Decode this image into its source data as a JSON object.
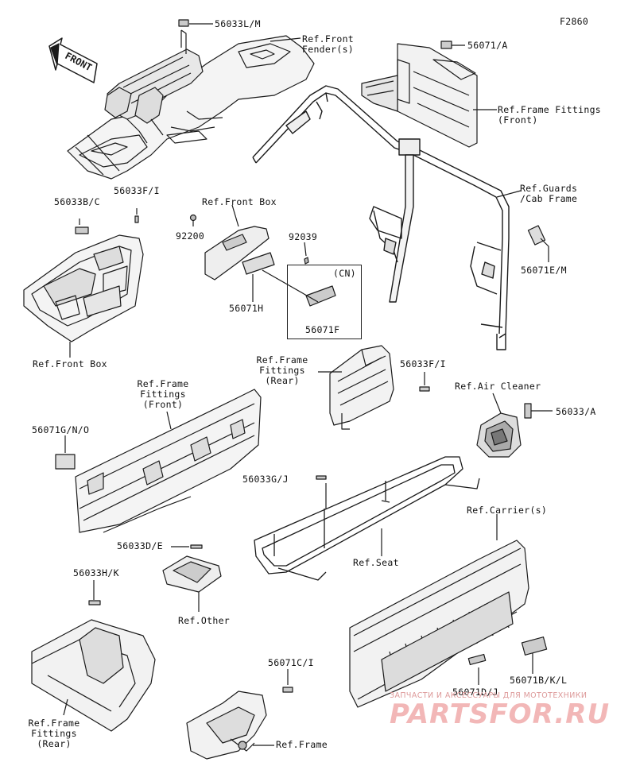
{
  "diagram_code": "F2860",
  "front_arrow": "FRONT",
  "labels": {
    "p56033LM": "56033L/M",
    "ref_front_fender": "Ref.Front\nFender(s)",
    "p56071A": "56071/A",
    "ref_frame_fittings_front_top": "Ref.Frame Fittings\n(Front)",
    "ref_guards_cab": "Ref.Guards\n/Cab Frame",
    "p56071EM": "56071E/M",
    "p56033BC": "56033B/C",
    "p56033FI_left": "56033F/I",
    "ref_front_box_top": "Ref.Front Box",
    "p92200": "92200",
    "p92039": "92039",
    "cn": "(CN)",
    "p56071H": "56071H",
    "p56071F": "56071F",
    "ref_front_box_bottom": "Ref.Front Box",
    "ref_frame_fittings_rear_mid": "Ref.Frame\nFittings\n(Rear)",
    "p56033FI_right": "56033F/I",
    "ref_air_cleaner": "Ref.Air Cleaner",
    "p56033A": "56033/A",
    "ref_frame_fittings_front_mid": "Ref.Frame\nFittings\n(Front)",
    "p56071GNO": "56071G/N/O",
    "p56033GJ": "56033G/J",
    "ref_carriers": "Ref.Carrier(s)",
    "p56033DE": "56033D/E",
    "ref_seat": "Ref.Seat",
    "ref_other": "Ref.Other",
    "p56033HK": "56033H/K",
    "p56071CI": "56071C/I",
    "p56071DJ": "56071D/J",
    "p56071BKL": "56071B/K/L",
    "ref_frame_fittings_rear_bottom": "Ref.Frame\nFittings\n(Rear)",
    "ref_frame": "Ref.Frame"
  },
  "watermark": {
    "top": "ЗАПЧАСТИ И АКСЕССУАРЫ ДЛЯ МОТОТЕХНИКИ",
    "main": "PARTSFOR.RU"
  },
  "colors": {
    "line": "#1a1a1a",
    "watermark": "#e05050"
  }
}
